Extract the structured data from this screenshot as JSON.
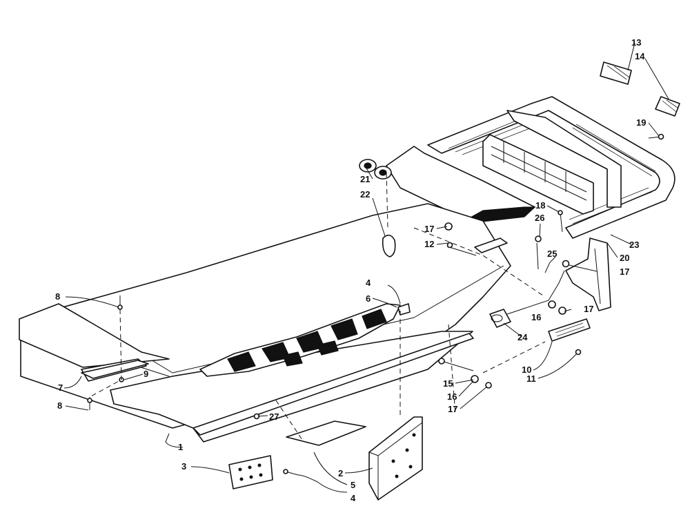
{
  "diagram": {
    "type": "exploded-parts-view",
    "callouts": [
      {
        "id": "c1",
        "text": "1"
      },
      {
        "id": "c2",
        "text": "2"
      },
      {
        "id": "c3",
        "text": "3"
      },
      {
        "id": "c4a",
        "text": "4"
      },
      {
        "id": "c4b",
        "text": "4"
      },
      {
        "id": "c5",
        "text": "5"
      },
      {
        "id": "c6",
        "text": "6"
      },
      {
        "id": "c7",
        "text": "7"
      },
      {
        "id": "c8a",
        "text": "8"
      },
      {
        "id": "c8b",
        "text": "8"
      },
      {
        "id": "c9",
        "text": "9"
      },
      {
        "id": "c10",
        "text": "10"
      },
      {
        "id": "c11",
        "text": "11"
      },
      {
        "id": "c12",
        "text": "12"
      },
      {
        "id": "c13",
        "text": "13"
      },
      {
        "id": "c14",
        "text": "14"
      },
      {
        "id": "c15",
        "text": "15"
      },
      {
        "id": "c16a",
        "text": "16"
      },
      {
        "id": "c16b",
        "text": "16"
      },
      {
        "id": "c17a",
        "text": "17"
      },
      {
        "id": "c17b",
        "text": "17"
      },
      {
        "id": "c17c",
        "text": "17"
      },
      {
        "id": "c17d",
        "text": "17"
      },
      {
        "id": "c18",
        "text": "18"
      },
      {
        "id": "c19",
        "text": "19"
      },
      {
        "id": "c20",
        "text": "20"
      },
      {
        "id": "c21",
        "text": "21"
      },
      {
        "id": "c22",
        "text": "22"
      },
      {
        "id": "c23",
        "text": "23"
      },
      {
        "id": "c24",
        "text": "24"
      },
      {
        "id": "c25",
        "text": "25"
      },
      {
        "id": "c26",
        "text": "26"
      },
      {
        "id": "c27",
        "text": "27"
      }
    ]
  }
}
